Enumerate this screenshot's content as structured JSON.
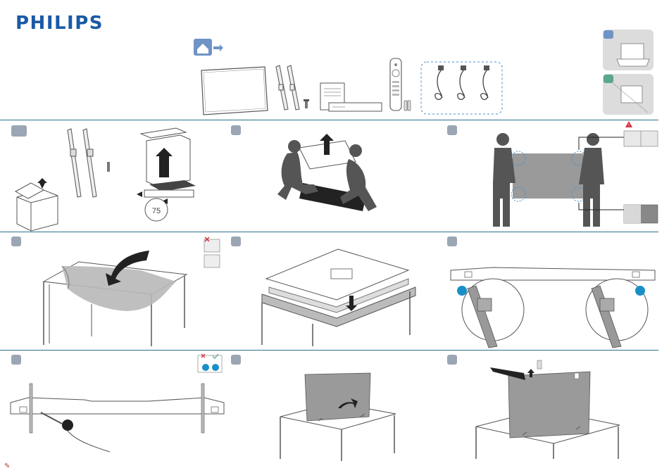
{
  "brand": {
    "name": "PHILIPS",
    "color": "#1a5aa6"
  },
  "colors": {
    "divider": "#2b6f8e",
    "badge": "#9ba6b4",
    "cyan": "#1a8fc7",
    "green": "#5aa88a",
    "warning": "#d6303a"
  },
  "top": {
    "box_icon": "unpack-box-icon",
    "contents": [
      "tv-panel",
      "stand-legs",
      "screw",
      "manual",
      "remote-control",
      "power-cords"
    ],
    "option_badges": [
      "stand-option-icon",
      "wall-mount-option-icon"
    ]
  },
  "steps": [
    {
      "icon": "unbox-icon"
    },
    {
      "icon": "lift-box-icon"
    },
    {
      "icon": "carry-tv-icon"
    },
    {
      "icon": "lay-cloth-icon"
    },
    {
      "icon": "place-tv-icon"
    },
    {
      "icon": "attach-stand-icon"
    },
    {
      "icon": "screw-stand-icon"
    },
    {
      "icon": "stand-tv-icon"
    },
    {
      "icon": "cable-clip-icon"
    }
  ],
  "footer": {
    "icon": "pdf-icon"
  }
}
